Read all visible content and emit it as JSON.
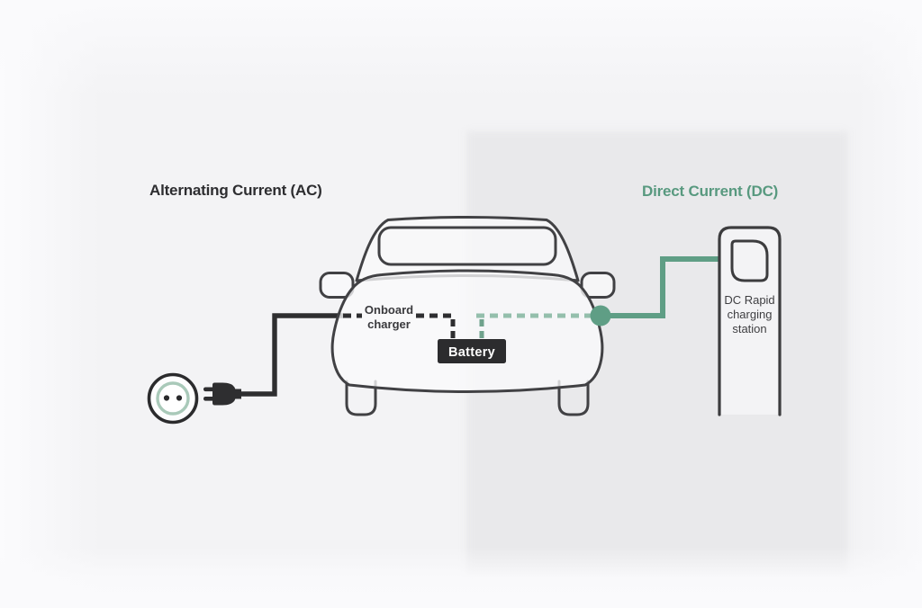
{
  "diagram": {
    "ac_section": {
      "title": "Alternating Current (AC)",
      "onboard_charger_label": {
        "line1": "Onboard",
        "line2": "charger"
      }
    },
    "dc_section": {
      "title": "Direct Current (DC)",
      "station_label": {
        "line1": "DC Rapid",
        "line2": "charging",
        "line3": "station"
      }
    },
    "battery_label": "Battery",
    "icons": [
      "wall-socket-icon",
      "plug-icon",
      "car-outline-icon",
      "charging-station-icon"
    ],
    "colors": {
      "ac_line": "#2e2e30",
      "dc_line": "#5f9e85",
      "dc_dash_light": "#94bfac",
      "dc_title": "#58997f",
      "ac_title": "#2d2d30",
      "battery_bg": "#2c2c2e",
      "battery_text": "#ffffff",
      "outline_dark": "#414144",
      "background_left": "#f3f3f5",
      "background_panel_right": "#e9e9eb",
      "socket_inner_ring": "#a9c9b9"
    }
  }
}
